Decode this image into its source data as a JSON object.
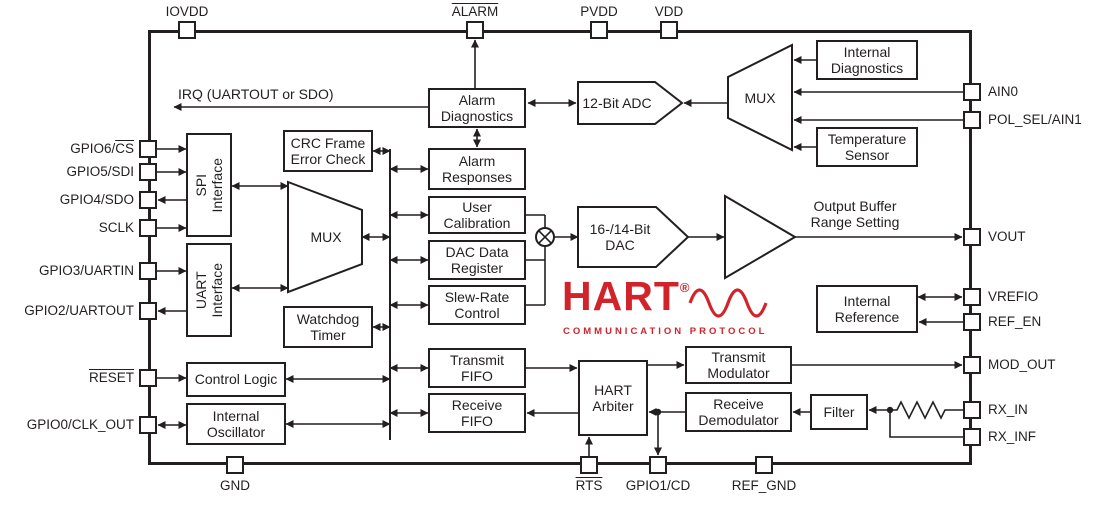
{
  "colors": {
    "line": "#231f20",
    "hart_red": "#d2232a"
  },
  "irq_label": "IRQ (UARTOUT or SDO)",
  "pins": {
    "top": [
      {
        "pre": "IOVDD"
      },
      {
        "over": "ALARM"
      },
      {
        "pre": "PVDD"
      },
      {
        "pre": "VDD"
      }
    ],
    "bottom": [
      {
        "pre": "GND"
      },
      {
        "over": "RTS"
      },
      {
        "pre": "GPIO1/CD"
      },
      {
        "pre": "REF_GND"
      }
    ],
    "left": [
      {
        "pre": "GPIO6/",
        "over": "CS"
      },
      {
        "pre": "GPIO5/SDI"
      },
      {
        "pre": "GPIO4/SDO"
      },
      {
        "pre": "SCLK"
      },
      {
        "pre": "GPIO3/UARTIN"
      },
      {
        "pre": "GPIO2/UARTOUT"
      },
      {
        "over": "RESET"
      },
      {
        "pre": "GPIO0/CLK_OUT"
      }
    ],
    "right": [
      {
        "pre": "AIN0"
      },
      {
        "pre": "POL_SEL/AIN1"
      },
      {
        "pre": "VOUT"
      },
      {
        "pre": "VREFIO"
      },
      {
        "pre": "REF_EN"
      },
      {
        "pre": "MOD_OUT"
      },
      {
        "pre": "RX_IN"
      },
      {
        "pre": "RX_INF"
      }
    ]
  },
  "blocks": {
    "alarm_diagnostics": "Alarm\nDiagnostics",
    "adc": "12-Bit ADC",
    "mux": "MUX",
    "internal_diagnostics": "Internal\nDiagnostics",
    "temperature_sensor": "Temperature\nSensor",
    "spi_interface": "SPI\nInterface",
    "uart_interface": "UART\nInterface",
    "crc": "CRC Frame\nError Check",
    "watchdog": "Watchdog\nTimer",
    "alarm_responses": "Alarm\nResponses",
    "user_calibration": "User\nCalibration",
    "dac_data_register": "DAC Data\nRegister",
    "slew_rate_control": "Slew-Rate\nControl",
    "dac": "16-/14-Bit\nDAC",
    "output_buffer": "Output Buffer\nRange Setting",
    "internal_reference": "Internal\nReference",
    "control_logic": "Control Logic",
    "internal_oscillator": "Internal\nOscillator",
    "transmit_fifo": "Transmit\nFIFO",
    "receive_fifo": "Receive\nFIFO",
    "hart_arbiter": "HART\nArbiter",
    "transmit_modulator": "Transmit\nModulator",
    "receive_demodulator": "Receive\nDemodulator",
    "filter": "Filter"
  },
  "hart_logo": {
    "name": "HART",
    "reg": "®",
    "subtitle": "COMMUNICATION PROTOCOL"
  }
}
